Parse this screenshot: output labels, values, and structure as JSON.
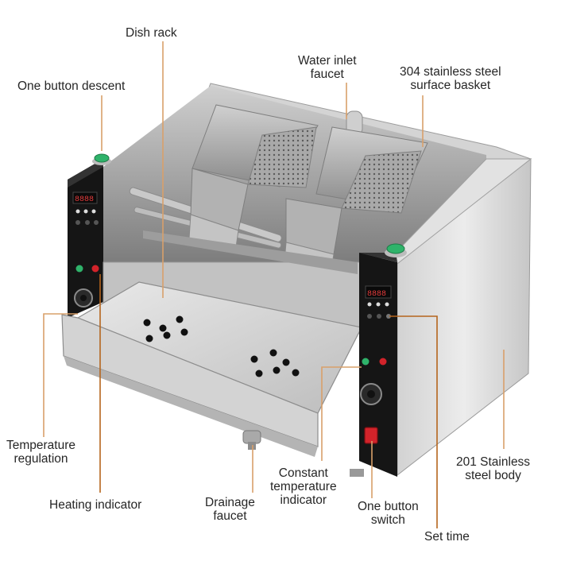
{
  "labels": {
    "dish_rack": "Dish rack",
    "one_button_descent": "One button descent",
    "water_inlet_1": "Water inlet",
    "water_inlet_2": "faucet",
    "basket_1": "304 stainless steel",
    "basket_2": "surface basket",
    "temp_reg_1": "Temperature",
    "temp_reg_2": "regulation",
    "heating_indicator": "Heating indicator",
    "drainage_1": "Drainage",
    "drainage_2": "faucet",
    "constant_temp_1": "Constant",
    "constant_temp_2": "temperature",
    "constant_temp_3": "indicator",
    "one_button_switch_1": "One button",
    "one_button_switch_2": "switch",
    "set_time": "Set time",
    "body_1": "201 Stainless",
    "body_2": "steel body"
  },
  "display": {
    "left_digits": "8888",
    "right_digits": "8888"
  },
  "colors": {
    "steel_light": "#e6e6e6",
    "steel_mid": "#c9c9c9",
    "steel_dark": "#8e8e8e",
    "panel_black": "#161616",
    "button_green": "#2fb36a",
    "indicator_red": "#d2232a",
    "leader_line": "#d9a06a"
  }
}
